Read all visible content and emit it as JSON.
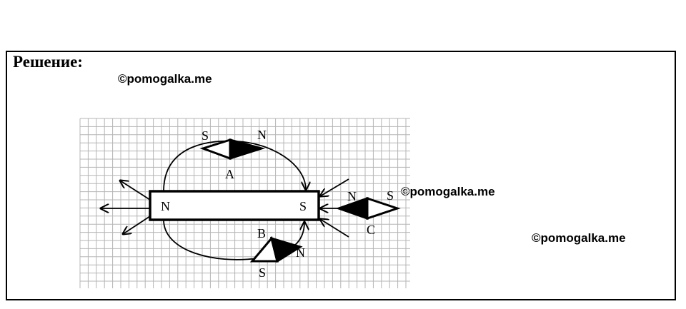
{
  "heading": "Решение:",
  "watermarks": [
    "©pomogalka.me",
    "©pomogalka.me",
    "©pomogalka.me"
  ],
  "magnet": {
    "north_label": "N",
    "south_label": "S"
  },
  "needles": {
    "a": {
      "name": "A",
      "south": "S",
      "north": "N"
    },
    "b": {
      "name": "B",
      "south": "S",
      "north": "N"
    },
    "c": {
      "name": "C",
      "south": "S",
      "north": "N"
    }
  }
}
